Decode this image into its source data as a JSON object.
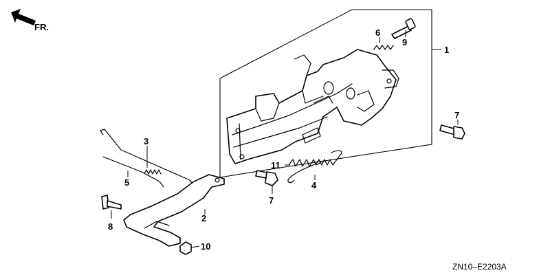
{
  "diagram": {
    "direction_label": "FR.",
    "drawing_code": "ZN10–E2203A",
    "callouts": {
      "part_1": "1",
      "part_2": "2",
      "part_3": "3",
      "part_4": "4",
      "part_5": "5",
      "part_6": "6",
      "part_7_upper": "7",
      "part_7_lower": "7",
      "part_8": "8",
      "part_9": "9",
      "part_10": "10",
      "part_11": "11"
    }
  }
}
